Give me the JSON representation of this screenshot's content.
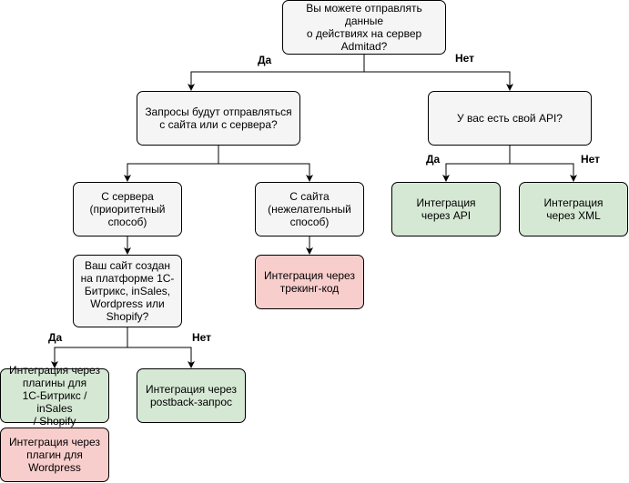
{
  "nodes": {
    "q_send_data": "Вы можете отправлять данные\nо действиях на сервер\nAdmitad?",
    "q_requests_from": "Запросы будут отправляться\nс сайта или с сервера?",
    "q_own_api": "У вас есть свой API?",
    "from_server": "С сервера\n(приоритетный\nспособ)",
    "from_site": "С сайта\n(нежелательный\nспособ)",
    "api_integration": "Интеграция\nчерез API",
    "xml_integration": "Интеграция\nчерез XML",
    "q_platform": "Ваш сайт создан\nна платформе 1С-\nБитрикс, inSales,\nWordpress или\nShopify?",
    "tracking_code": "Интеграция через\nтрекинг-код",
    "plugins_bitrix": "Интеграция через\nплагины для\n1С-Битрикс / inSales\n/ Shopify",
    "postback": "Интеграция через\npostback-запрос",
    "plugin_wordpress": "Интеграция через\nплагин для\nWordpress"
  },
  "edge_labels": {
    "yes_top": "Да",
    "no_top": "Нет",
    "yes_api": "Да",
    "no_api": "Нет",
    "yes_platform": "Да",
    "no_platform": "Нет"
  },
  "colors": {
    "question_fill": "#f5f5f5",
    "green_fill": "#d5e8d4",
    "red_fill": "#f8cecc",
    "stroke": "#000000"
  }
}
